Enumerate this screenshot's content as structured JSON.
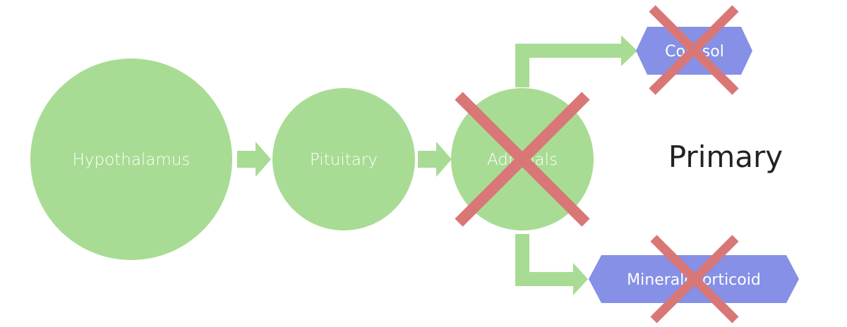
{
  "colors": {
    "node_fill": "#a8dc94",
    "arrow_fill": "#a8dc94",
    "hormone_fill": "#8590e6",
    "cross_stroke": "#d97777",
    "label_text": "#ffffff",
    "primary_text": "#222222"
  },
  "nodes": {
    "hypothalamus": "Hypothalamus",
    "pituitary": "Pituitary",
    "adrenals": "Adrenals"
  },
  "hormones": {
    "cortisol": "Cortisol",
    "mineralocorticoid": "Mineralocorticoid"
  },
  "primary_label": "Primary",
  "crossed_out": [
    "adrenals",
    "cortisol",
    "mineralocorticoid"
  ]
}
